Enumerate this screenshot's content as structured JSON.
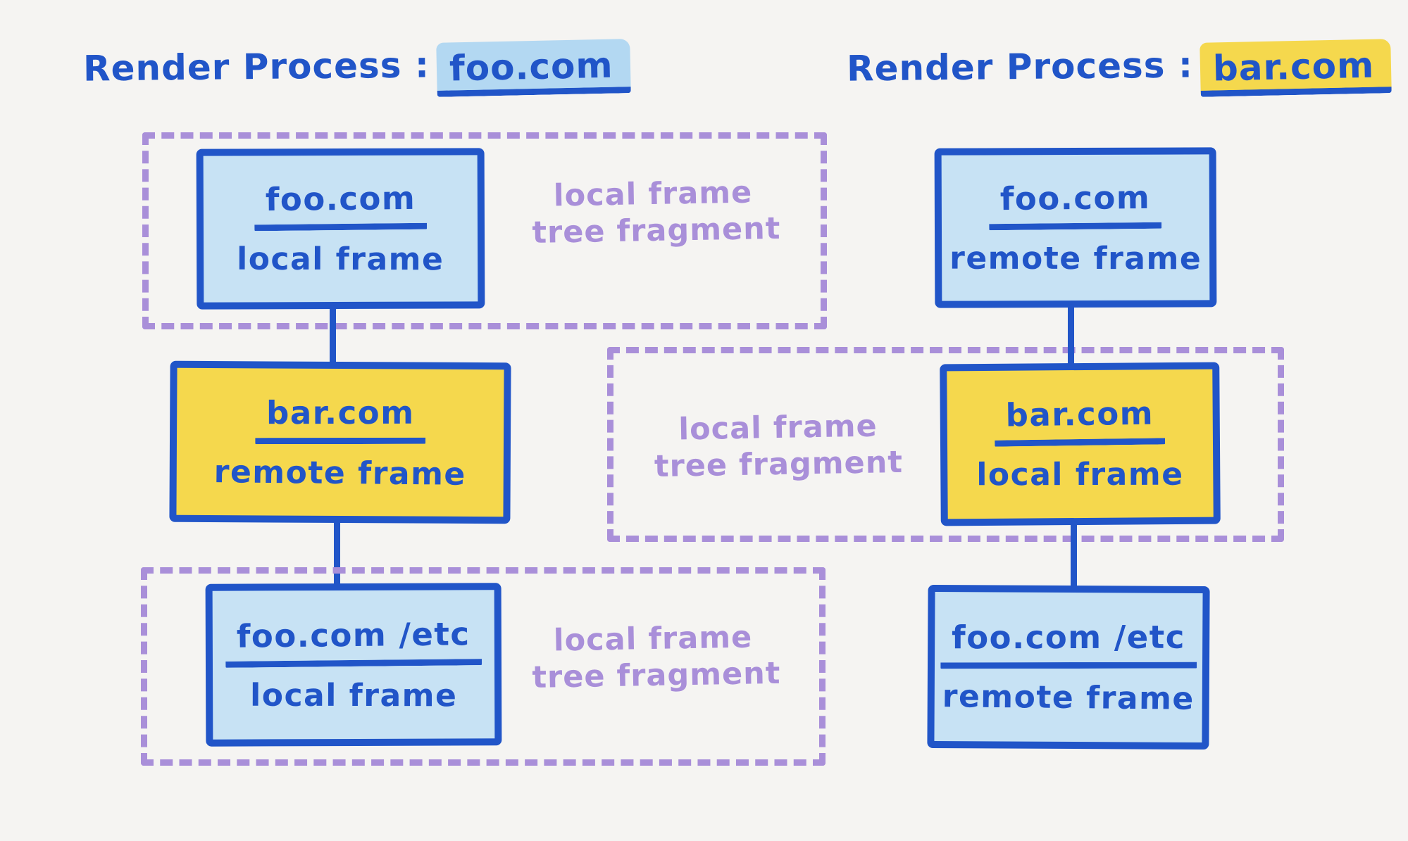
{
  "palette": {
    "background": "#f5f4f2",
    "ink_blue": "#2155c8",
    "light_blue_fill": "#c7e2f4",
    "yellow_fill": "#f5d84d",
    "purple_dash": "#a98fd9",
    "title_highlight_blue": "#b3d8f2",
    "title_highlight_yellow": "#f5d84d"
  },
  "left_process": {
    "title_prefix": "Render Process :",
    "title_domain": "foo.com",
    "top_node": {
      "origin": "foo.com",
      "frame_type": "local frame"
    },
    "middle_node": {
      "origin": "bar.com",
      "frame_type": "remote frame"
    },
    "bottom_node": {
      "origin": "foo.com /etc",
      "frame_type": "local frame"
    },
    "top_fragment_label": {
      "line1": "local frame",
      "line2": "tree fragment"
    },
    "bottom_fragment_label": {
      "line1": "local frame",
      "line2": "tree fragment"
    }
  },
  "right_process": {
    "title_prefix": "Render Process :",
    "title_domain": "bar.com",
    "top_node": {
      "origin": "foo.com",
      "frame_type": "remote frame"
    },
    "middle_node": {
      "origin": "bar.com",
      "frame_type": "local frame"
    },
    "bottom_node": {
      "origin": "foo.com /etc",
      "frame_type": "remote frame"
    },
    "middle_fragment_label": {
      "line1": "local frame",
      "line2": "tree fragment"
    }
  }
}
